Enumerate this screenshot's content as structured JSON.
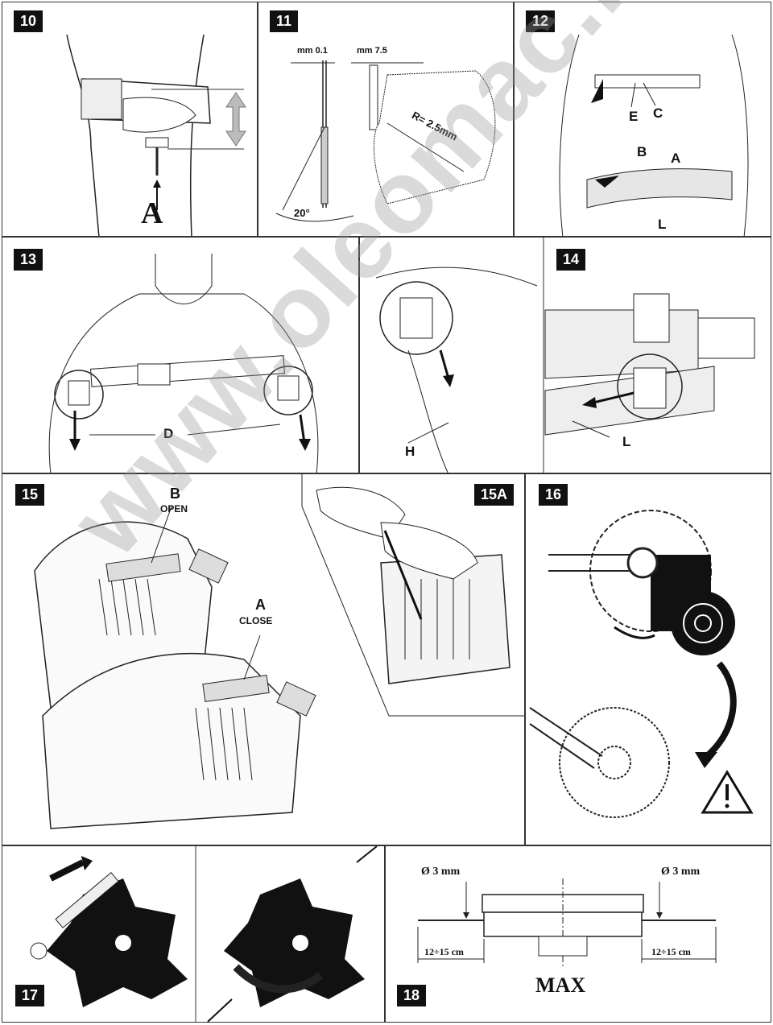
{
  "panels": {
    "p10": {
      "badge": "10",
      "label_a": "A"
    },
    "p11": {
      "badge": "11",
      "dim1": "mm 0.1",
      "dim2": "mm 7.5",
      "radius": "R= 2.5mm",
      "angle": "20°"
    },
    "p12": {
      "badge": "12",
      "E": "E",
      "C": "C",
      "B": "B",
      "A": "A",
      "L": "L"
    },
    "p13": {
      "badge": "13",
      "D": "D"
    },
    "p14": {
      "badge": "14",
      "H": "H",
      "L": "L"
    },
    "p15": {
      "badge": "15",
      "B": "B",
      "open": "OPEN",
      "A": "A",
      "close": "CLOSE"
    },
    "p15a": {
      "badge": "15A"
    },
    "p16": {
      "badge": "16"
    },
    "p17": {
      "badge": "17"
    },
    "p18": {
      "badge": "18",
      "dia_left": "Ø 3 mm",
      "dia_right": "Ø 3 mm",
      "len_left": "12÷15 cm",
      "len_right": "12÷15 cm",
      "max": "MAX"
    }
  },
  "watermark": "www.oleomac.hu"
}
